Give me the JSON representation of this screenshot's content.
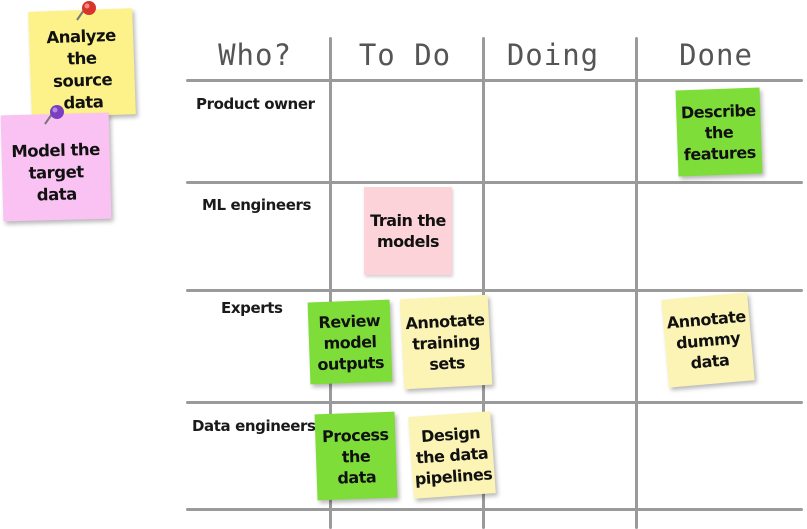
{
  "board": {
    "columns": [
      "Who?",
      "To Do",
      "Doing",
      "Done"
    ],
    "rows": [
      "Product owner",
      "ML engineers",
      "Experts",
      "Data engineers"
    ]
  },
  "notes": {
    "analyze_source": "Analyze the source data",
    "model_target": "Model the target data",
    "describe_features": "Describe the features",
    "train_models": "Train the models",
    "review_outputs": "Review model outputs",
    "annotate_training": "Annotate training sets",
    "annotate_dummy": "Annotate dummy data",
    "process_data": "Process the data",
    "design_pipelines": "Design the data pipelines"
  },
  "colors": {
    "yellow_note": "#fdf28a",
    "pink_note": "#f9c2f2",
    "green_note": "#7fdd3a",
    "light_pink_note": "#fcd3d8",
    "pale_yellow_note": "#fcf4b4",
    "grid": "#9a9a9a",
    "red_pin": "#d9342b",
    "purple_pin": "#7a3fc0"
  },
  "icons": {
    "pin_red": "pushpin-icon",
    "pin_purple": "pushpin-icon"
  }
}
